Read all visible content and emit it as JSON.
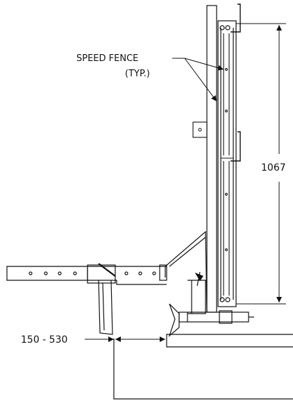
{
  "drawing": {
    "callout_line1": "SPEED FENCE",
    "callout_line2": "(TYP.)",
    "height_dimension": "1067",
    "offset_dimension": "150 - 530"
  },
  "colors": {
    "line": "#111111",
    "background": "#ffffff"
  }
}
